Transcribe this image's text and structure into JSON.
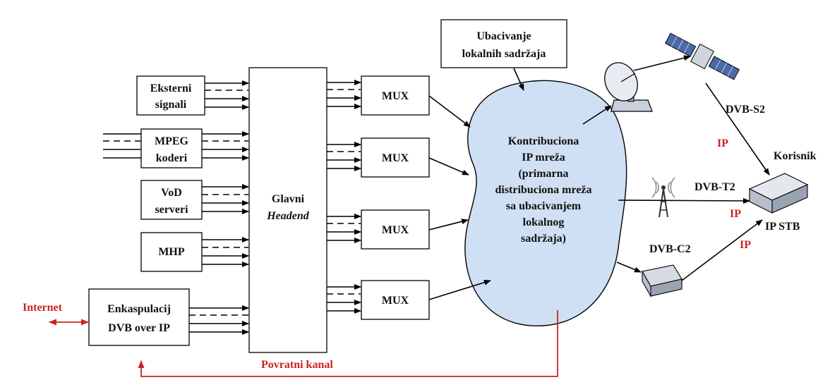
{
  "sources": {
    "eksterni": [
      "Eksterni",
      "signali"
    ],
    "mpeg": [
      "MPEG",
      "koderi"
    ],
    "vod": [
      "VoD",
      "serveri"
    ],
    "mhp": "MHP",
    "enkaps": [
      "Enkaspulacij",
      "DVB over IP"
    ]
  },
  "headend": {
    "line1": "Glavni",
    "line2": "Headend"
  },
  "mux_label": "MUX",
  "injection": [
    "Ubacivanje",
    "lokalnih sadržaja"
  ],
  "network": [
    "Kontribuciona",
    "IP mreža",
    "(primarna",
    "distribuciona mreža",
    "sa ubacivanjem",
    "lokalnog",
    "sadržaja)"
  ],
  "broadcast": {
    "s2": "DVB-S2",
    "t2": "DVB-T2",
    "c2": "DVB-C2"
  },
  "ip_labels": [
    "IP",
    "IP",
    "IP"
  ],
  "user": {
    "title": "Korisnik",
    "device": "IP STB"
  },
  "internet": "Internet",
  "return_channel": "Povratni kanal",
  "colors": {
    "accent": "#cc2222",
    "ink": "#111111"
  }
}
